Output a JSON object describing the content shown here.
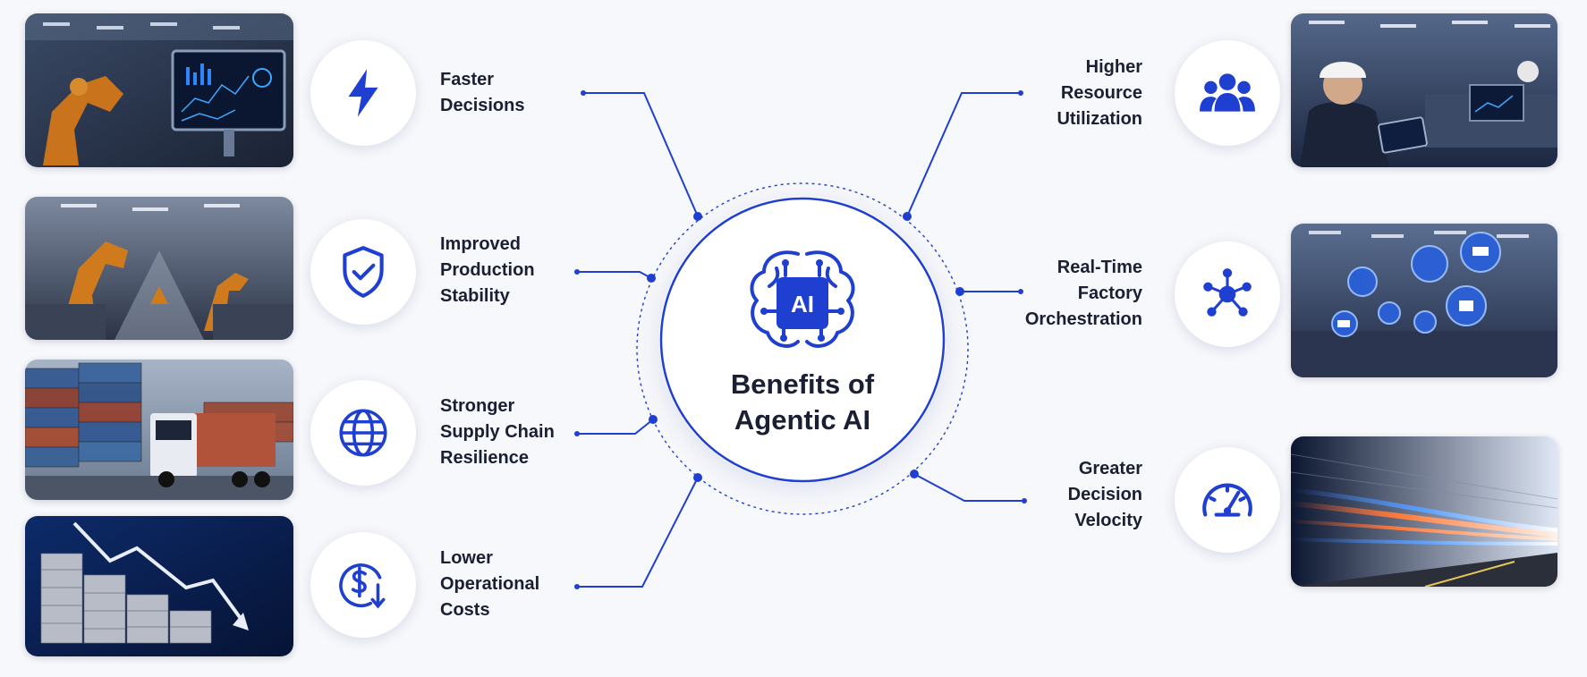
{
  "center": {
    "title_line1": "Benefits of",
    "title_line2": "Agentic AI",
    "chip_label": "AI",
    "icon": "ai-brain-icon"
  },
  "benefits_left": [
    {
      "lines": [
        "Faster",
        "Decisions"
      ],
      "icon": "lightning-bolt-icon",
      "photo": "factory-robot-dashboard"
    },
    {
      "lines": [
        "Improved",
        "Production",
        "Stability"
      ],
      "icon": "shield-check-icon",
      "photo": "robotic-assembly-line"
    },
    {
      "lines": [
        "Stronger",
        "Supply Chain",
        "Resilience"
      ],
      "icon": "globe-icon",
      "photo": "containers-truck"
    },
    {
      "lines": [
        "Lower",
        "Operational",
        "Costs"
      ],
      "icon": "dollar-down-arrow-icon",
      "photo": "coins-downtrend"
    }
  ],
  "benefits_right": [
    {
      "lines": [
        "Higher",
        "Resource",
        "Utilization"
      ],
      "icon": "people-group-icon",
      "photo": "worker-tablet-factory"
    },
    {
      "lines": [
        "Real-Time",
        "Factory",
        "Orchestration"
      ],
      "icon": "network-hub-icon",
      "photo": "factory-iot-overlay"
    },
    {
      "lines": [
        "Greater",
        "Decision",
        "Velocity"
      ],
      "icon": "speedometer-icon",
      "photo": "light-trails-warehouse"
    }
  ],
  "colors": {
    "accent": "#1f3fd1",
    "text": "#1a1f33",
    "background": "#f7f8fb"
  }
}
